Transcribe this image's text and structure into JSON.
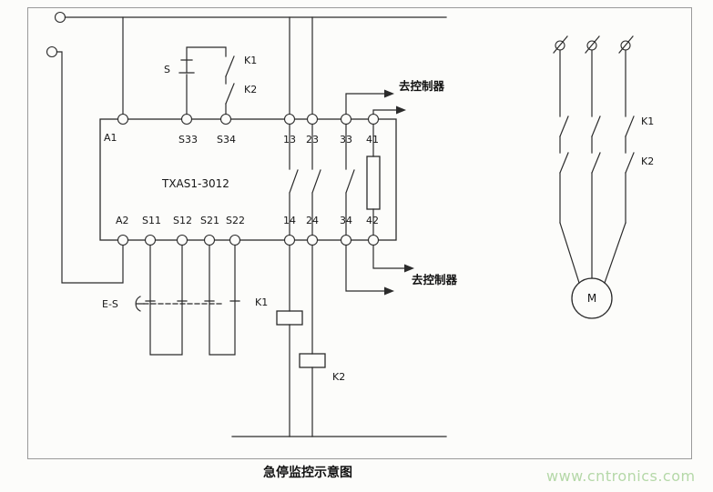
{
  "caption": "急停监控示意图",
  "watermark": "www.cntronics.com",
  "relay": {
    "model": "TXAS1-3012",
    "terminals_top": {
      "a1": "A1",
      "s33": "S33",
      "s34": "S34",
      "t13": "13",
      "t23": "23",
      "t33": "33",
      "t41": "41"
    },
    "terminals_bottom": {
      "a2": "A2",
      "s11": "S11",
      "s12": "S12",
      "s21": "S21",
      "s22": "S22",
      "t14": "14",
      "t24": "24",
      "t34": "34",
      "t42": "42"
    }
  },
  "control": {
    "reset_button": "S",
    "feedback_k1": "K1",
    "feedback_k2": "K2",
    "estop": "E-S",
    "coil_k1": "K1",
    "coil_k2": "K2",
    "to_controller_top": "去控制器",
    "to_controller_bottom": "去控制器"
  },
  "power": {
    "contact_k1": "K1",
    "contact_k2": "K2",
    "motor": "M"
  },
  "colors": {
    "line": "#2b2b2b",
    "frame_border": "#9a9a9a",
    "watermark_green": "#b5d8a8",
    "background": "#fcfcfa"
  }
}
